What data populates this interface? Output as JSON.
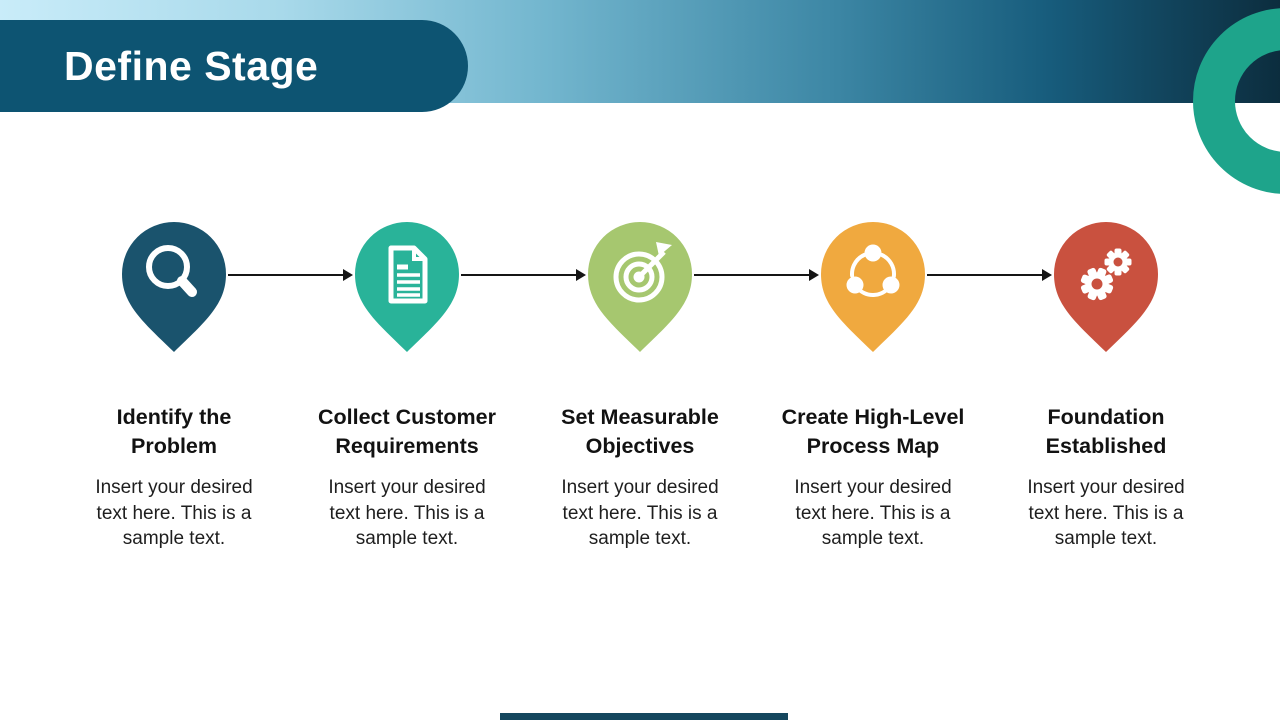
{
  "slide": {
    "title": "Define Stage"
  },
  "steps": [
    {
      "heading": "Identify the\nProblem",
      "body": "Insert your desired\ntext here. This is a\nsample text.",
      "icon": "magnifier-icon",
      "color": "#1a536d"
    },
    {
      "heading": "Collect Customer\nRequirements",
      "body": "Insert your desired\ntext here. This is a\nsample text.",
      "icon": "document-icon",
      "color": "#29b399"
    },
    {
      "heading": "Set Measurable\nObjectives",
      "body": "Insert your desired\ntext here. This is a\nsample text.",
      "icon": "target-icon",
      "color": "#a6c76f"
    },
    {
      "heading": "Create High-Level\nProcess Map",
      "body": "Insert your desired\ntext here. This is a\nsample text.",
      "icon": "share-icon",
      "color": "#f0a93f"
    },
    {
      "heading": "Foundation\nEstablished",
      "body": "Insert your desired\ntext here. This is a\nsample text.",
      "icon": "gears-icon",
      "color": "#c9513f"
    }
  ],
  "colors": {
    "title_pill": "#0d5472",
    "header_band_light": "#c9ecf9",
    "header_band_dark": "#0c2d3e",
    "ring_accent": "#1ea48b",
    "arrow": "#151515",
    "footer_bar": "#15475e"
  }
}
